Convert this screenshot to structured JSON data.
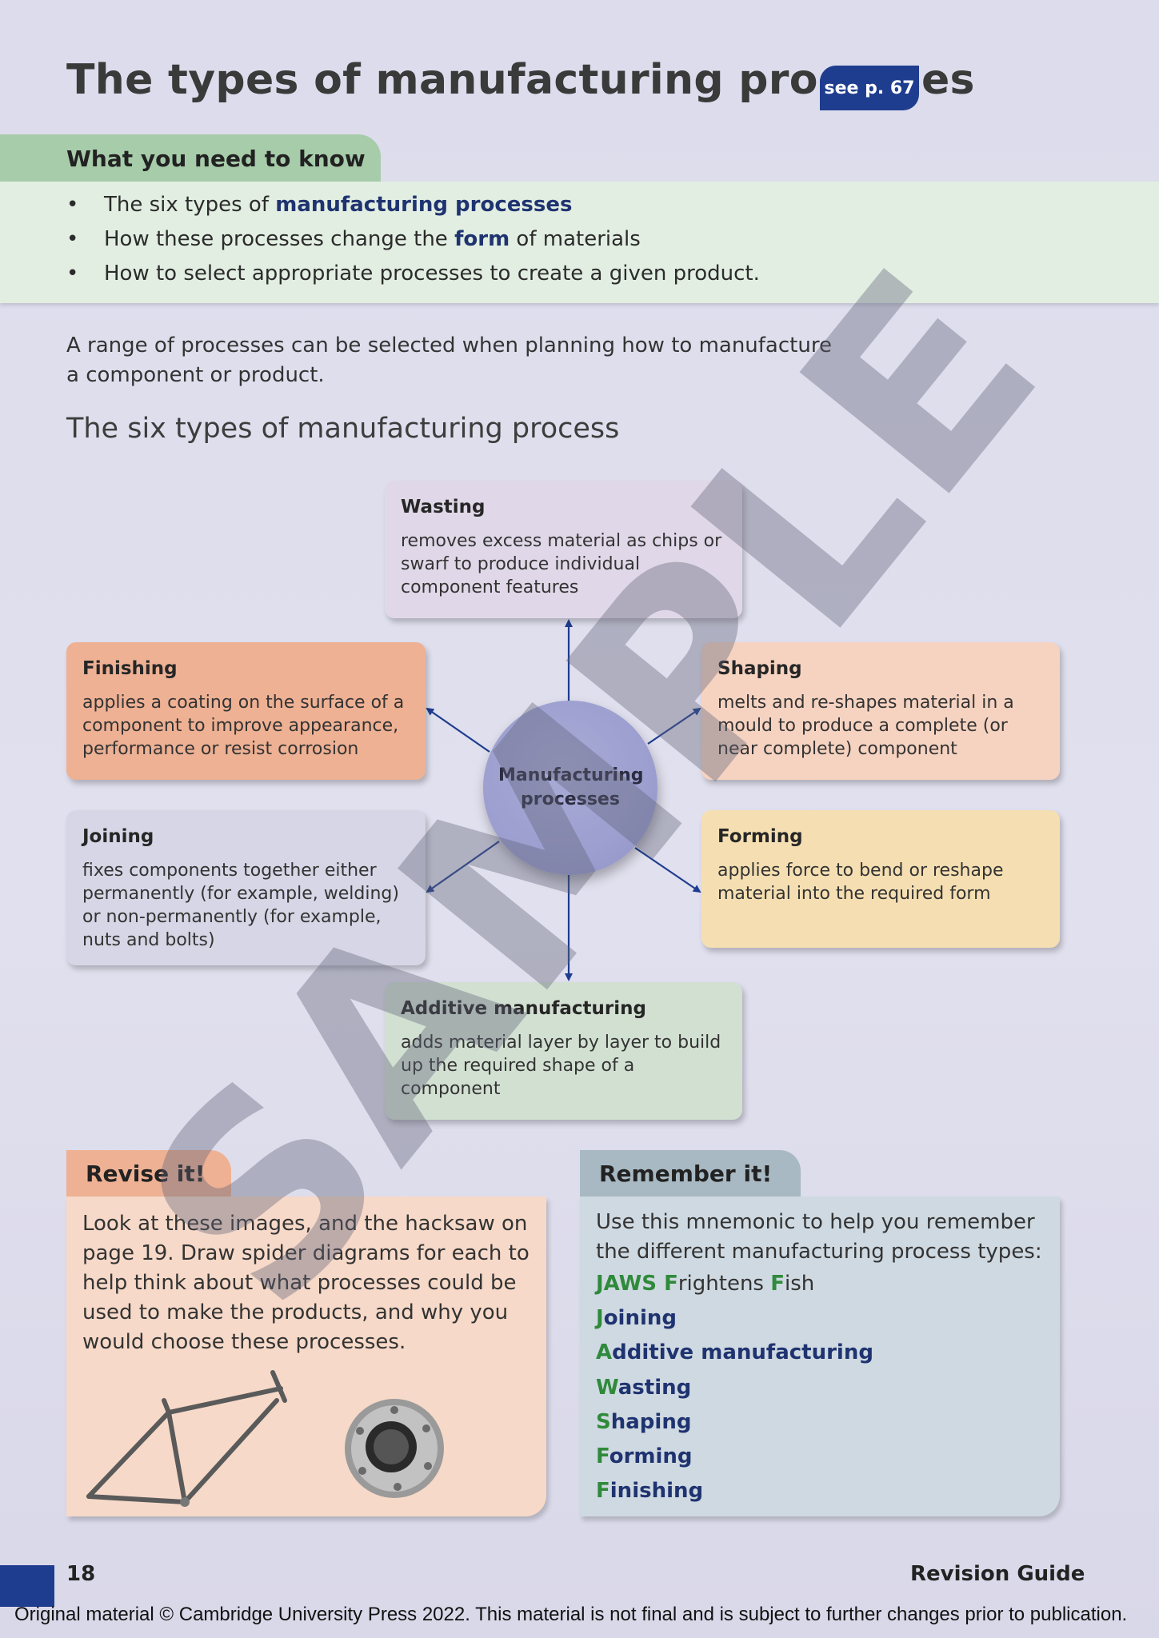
{
  "header": {
    "title": "The types of manufacturing processes",
    "see_badge": "see p. 67"
  },
  "need_to_know": {
    "heading": "What you need to know",
    "items": [
      {
        "pre": "The six types of ",
        "highlight": "manufacturing processes",
        "post": ""
      },
      {
        "pre": "How these processes change the ",
        "highlight": "form",
        "post": " of materials"
      },
      {
        "pre": "How to select appropriate processes to create a given product.",
        "highlight": "",
        "post": ""
      }
    ]
  },
  "intro": "A range of processes can be selected when planning how to manufacture a component or product.",
  "section_title": "The six types of manufacturing process",
  "diagram": {
    "hub": "Manufacturing processes",
    "nodes": {
      "wasting": {
        "title": "Wasting",
        "body": "removes excess material as chips or swarf to produce individual component features",
        "color": "#e0d8e8"
      },
      "finishing": {
        "title": "Finishing",
        "body": "applies a coating on the surface of a component to improve appearance, performance or resist corrosion",
        "color": "#eeb194"
      },
      "shaping": {
        "title": "Shaping",
        "body": "melts and re-shapes material in a mould to produce a complete (or near complete) component",
        "color": "#f6d3c1"
      },
      "joining": {
        "title": "Joining",
        "body": "fixes components together either permanently (for example, welding) or non-permanently (for example, nuts and bolts)",
        "color": "#d6d6e6"
      },
      "forming": {
        "title": "Forming",
        "body": "applies force to bend or reshape material into the required form",
        "color": "#f5dfb2"
      },
      "additive": {
        "title": "Additive manufacturing",
        "body": "adds material layer by layer to build up the required shape of a component",
        "color": "#d2e0d2"
      }
    },
    "arrow_color": "#1f3d8f"
  },
  "revise": {
    "heading": "Revise it!",
    "body": "Look at these images, and the hacksaw on page 19. Draw spider diagrams for each to help think about what processes could be used to make the products, and why you would choose these processes."
  },
  "remember": {
    "heading": "Remember it!",
    "body": "Use this mnemonic to help you remember the different manufacturing process types:",
    "mnemonic": {
      "a": "JAWS ",
      "b": "F",
      "c": "rightens ",
      "d": "F",
      "e": "ish"
    },
    "items": [
      {
        "first": "J",
        "rest": "oining"
      },
      {
        "first": "A",
        "rest": "dditive manufacturing"
      },
      {
        "first": "W",
        "rest": "asting"
      },
      {
        "first": "S",
        "rest": "haping"
      },
      {
        "first": "F",
        "rest": "orming"
      },
      {
        "first": "F",
        "rest": "inishing"
      }
    ]
  },
  "footer": {
    "page_number": "18",
    "guide": "Revision Guide",
    "copyright": "Original material © Cambridge University Press 2022. This material is not final and is subject to further changes prior to publication."
  },
  "watermark": "SAMPLE",
  "colors": {
    "accent_blue": "#1f3d8f",
    "highlight_navy": "#1f3370",
    "mnemonic_green": "#2f8a3b"
  }
}
